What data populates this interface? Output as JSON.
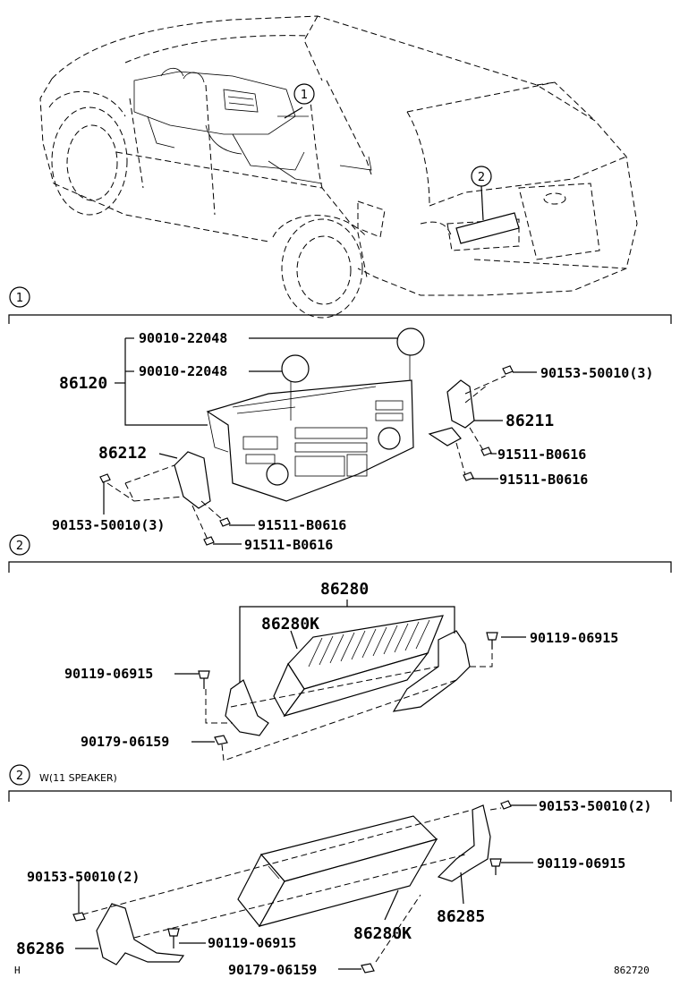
{
  "sections": [
    {
      "id": "1",
      "caption": ""
    },
    {
      "id": "2",
      "caption": ""
    },
    {
      "id": "2",
      "caption": "W(11 SPEAKER)"
    }
  ],
  "callouts": {
    "car_1": "1",
    "car_2": "2"
  },
  "parts": {
    "s1": {
      "p86120": "86120",
      "p90010a": "90010-22048",
      "p90010b": "90010-22048",
      "p90153r": "90153-50010(3)",
      "p86211": "86211",
      "p91511r1": "91511-B0616",
      "p91511r2": "91511-B0616",
      "p86212": "86212",
      "p90153l": "90153-50010(3)",
      "p91511l1": "91511-B0616",
      "p91511l2": "91511-B0616"
    },
    "s2": {
      "p86280": "86280",
      "p86280k": "86280K",
      "p90119r": "90119-06915",
      "p90119l": "90119-06915",
      "p90179": "90179-06159"
    },
    "s3": {
      "p90153r": "90153-50010(2)",
      "p90119r": "90119-06915",
      "p86285": "86285",
      "p86280k": "86280K",
      "p90153l": "90153-50010(2)",
      "p86286": "86286",
      "p90119l": "90119-06915",
      "p90179": "90179-06159"
    }
  },
  "footer": {
    "left": "H",
    "right": "862720"
  }
}
